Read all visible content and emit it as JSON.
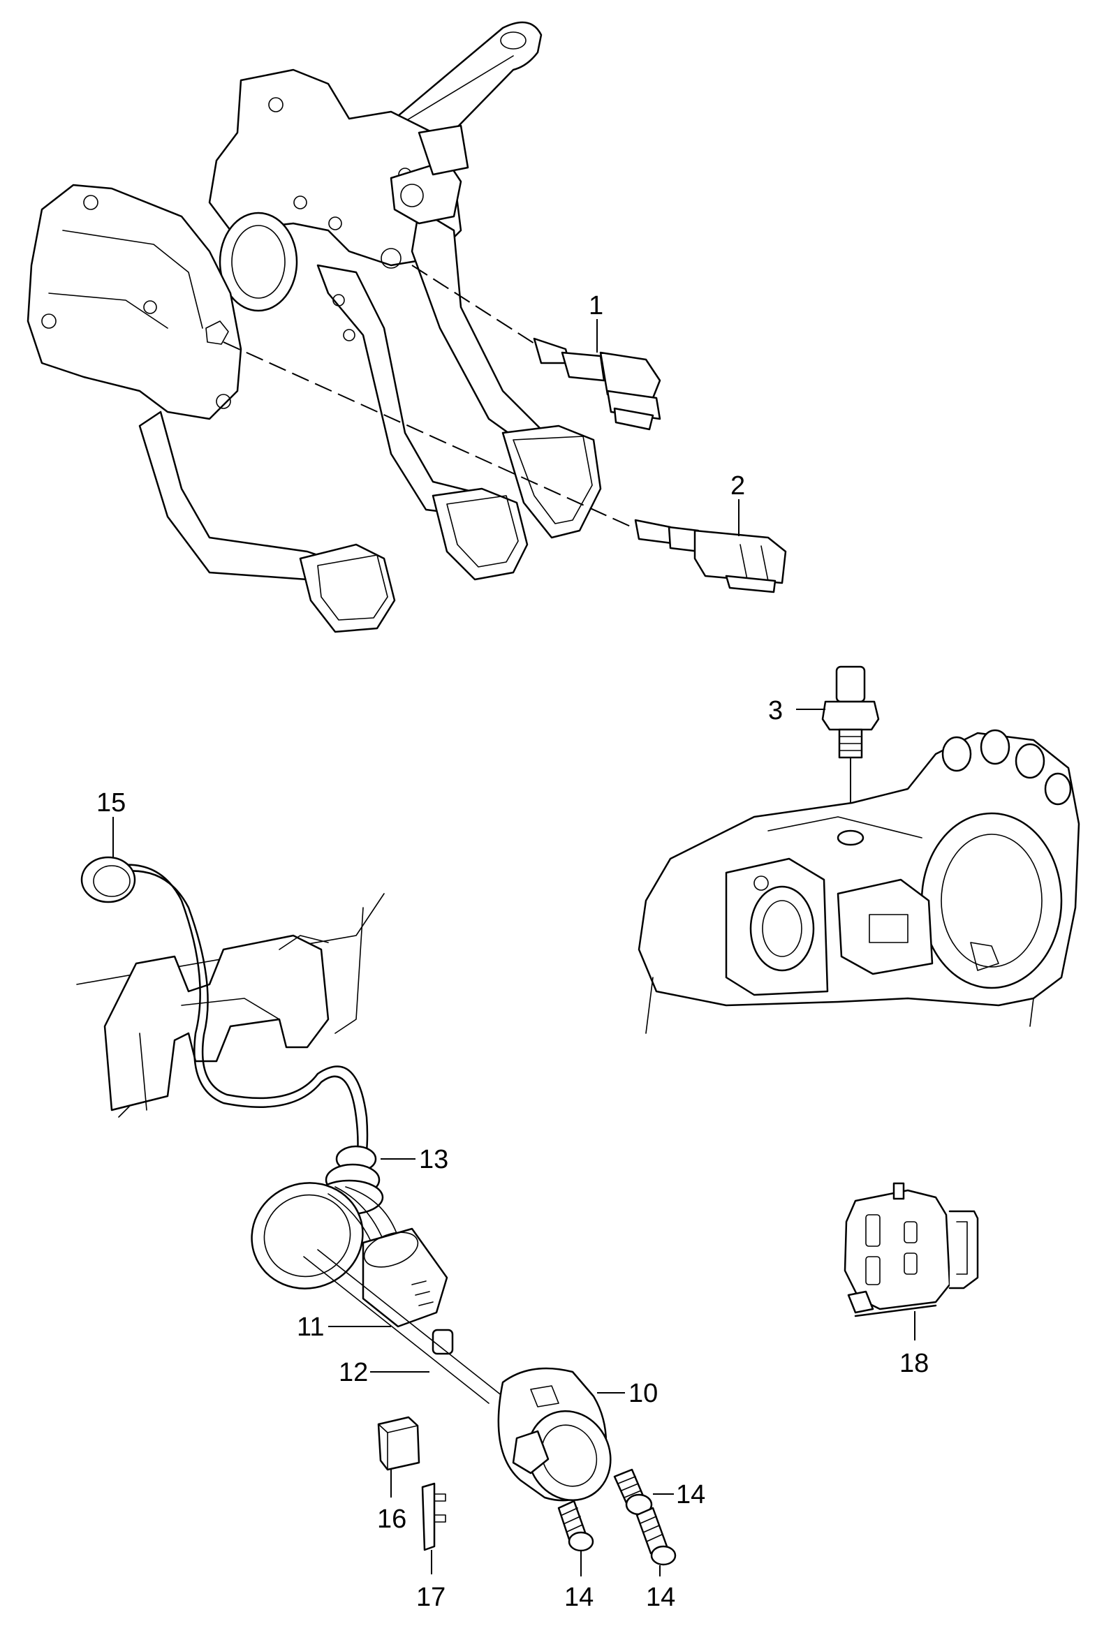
{
  "callouts": [
    {
      "id": "1",
      "label": "1"
    },
    {
      "id": "2",
      "label": "2"
    },
    {
      "id": "3",
      "label": "3"
    },
    {
      "id": "10",
      "label": "10"
    },
    {
      "id": "11",
      "label": "11"
    },
    {
      "id": "12",
      "label": "12"
    },
    {
      "id": "13",
      "label": "13"
    },
    {
      "id": "14a",
      "label": "14"
    },
    {
      "id": "14b",
      "label": "14"
    },
    {
      "id": "14c",
      "label": "14"
    },
    {
      "id": "15",
      "label": "15"
    },
    {
      "id": "16",
      "label": "16"
    },
    {
      "id": "17",
      "label": "17"
    },
    {
      "id": "18",
      "label": "18"
    }
  ]
}
